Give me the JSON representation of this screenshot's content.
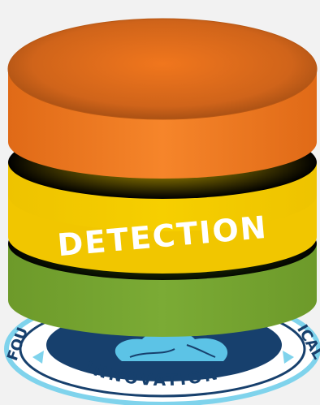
{
  "layers": {
    "middle_label": "DETECTION"
  },
  "badge": {
    "text_top_left": "FOU",
    "text_top_right": "ICAL",
    "text_bottom": "INNOVATION"
  },
  "colors": {
    "background": "#f2f2f2",
    "orange_layer": "#f07b22",
    "yellow_layer": "#f0c400",
    "green_layer": "#77a231",
    "badge_navy": "#17406d",
    "badge_ring": "#7fd3ec",
    "brain_blue": "#5cc3e6"
  },
  "icons": [
    "database-stack-icon",
    "brain-icon",
    "arrow-left-icon",
    "arrow-right-icon"
  ]
}
